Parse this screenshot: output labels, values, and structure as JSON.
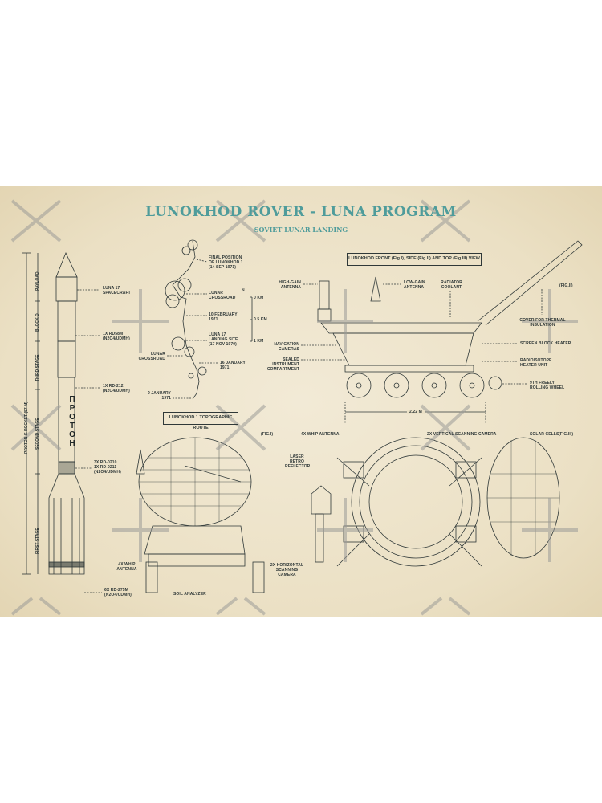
{
  "poster": {
    "title": "LUNOKHOD ROVER - LUNA PROGRAM",
    "subtitle": "SOVIET LUNAR LANDING",
    "colors": {
      "background": "#ece2c8",
      "ink": "#2f3838",
      "title": "#4f9c9b",
      "watermark": "#9a9a98"
    }
  },
  "rocket": {
    "overall_label": "PROTON-K ROCKET (57 M)",
    "name_on_body": "ПРОТОН",
    "stages": [
      "PAYLOAD",
      "BLOCK D",
      "THIRD STAGE",
      "SECOND STAGE",
      "FIRST STAGE"
    ],
    "callouts": [
      "LUNA 17\nSPACECRAFT",
      "1x RD58M\n(N2O4/UDMH)",
      "1x RD-212\n(N2O4/UDMH)",
      "3x RD-0210\n1x RD-0211\n(N2O4/UDMH)",
      "6x RD-275M\n(N2O4/UDMH)"
    ]
  },
  "route": {
    "caption": "LUNOKHOD 1 TOPOGRAPHIC ROUTE",
    "callouts": [
      "FINAL POSITION\nOF LUNOKHOD 1\n(14 SEP 1971)",
      "LUNAR\nCROSSROAD",
      "10 FEBRUARY\n1971",
      "LUNA 17\nLANDING SITE\n(17 NOV 1970)",
      "LUNAR\nCROSSROAD",
      "16 JANUARY\n1971",
      "9 JANUARY\n1971"
    ],
    "scale": {
      "north": "N",
      "ticks": [
        "0 Km",
        "0.5 Km",
        "1 Km"
      ]
    }
  },
  "views": {
    "caption": "LUNOKHOD FRONT (Fig.I), SIDE (Fig.II) AND TOP (Fig.III) VIEW",
    "side": {
      "fig": "(Fig.II)",
      "callouts": {
        "high_gain": "HIGH-GAIN\nANTENNA",
        "low_gain": "LOW-GAIN\nANTENNA",
        "radiator": "RADIATOR\nCOOLANT",
        "cover": "COVER FOR THERMAL\nINSULATION",
        "nav_cameras": "NAVIGATION\nCAMERAS",
        "screen_heater": "SCREEN BLOCK HEATER",
        "sealed": "SEALED\nINSTRUMENT\nCOMPARTMENT",
        "rhu": "RADIOISOTOPE\nHEATER UNIT",
        "ninth_wheel": "9TH FREELY\nROLLING WHEEL"
      },
      "dimension": "2.22 M"
    },
    "front": {
      "fig": "(Fig.I)",
      "callouts": {
        "whip": "4x WHIP\nANTENNA",
        "soil": "SOIL ANALYZER",
        "hcam": "2x HORIZONTAL\nSCANNING\nCAMERA"
      }
    },
    "top": {
      "fig": "(Fig.III)",
      "callouts": {
        "whip": "4x WHIP ANTENNA",
        "laser": "LASER\nRETRO\nREFLECTOR",
        "vcam": "2x VERTICAL SCANNING CAMERA",
        "solar": "SOLAR CELLS"
      }
    }
  }
}
